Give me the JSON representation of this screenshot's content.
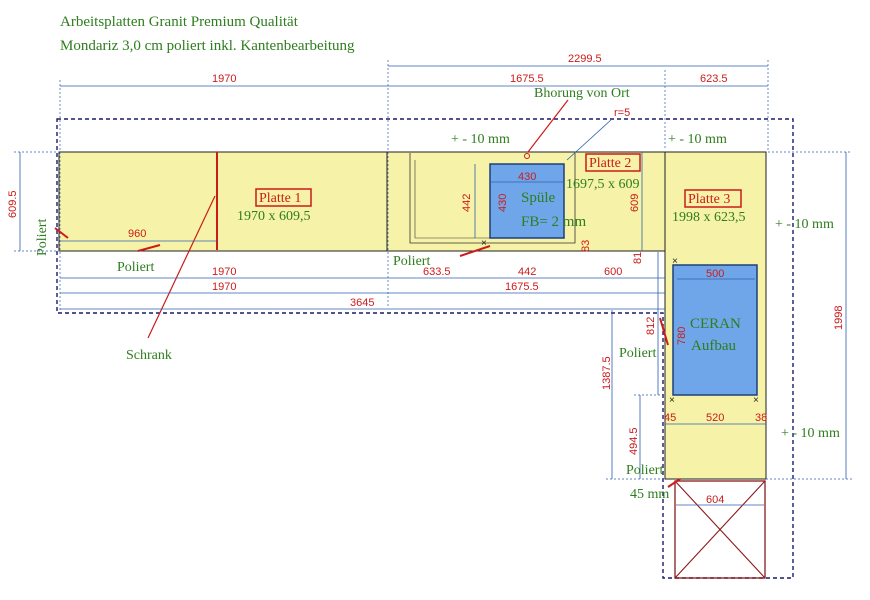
{
  "header": {
    "line1": "Arbeitsplatten Granit Premium Qualität",
    "line2": "Mondariz 3,0 cm poliert inkl. Kantenbearbeitung"
  },
  "plates": [
    {
      "name": "Platte 1",
      "size": "1970 x 609,5"
    },
    {
      "name": "Platte 2",
      "size": "1697,5 x 609"
    },
    {
      "name": "Platte 3",
      "size": "1998 x 623,5"
    }
  ],
  "labels": {
    "bohrung": "Bhorung von Ort",
    "radius": "r=5",
    "tol1": "+ - 10 mm",
    "tol2": "+ - 10 mm",
    "tol3": "+ - 10 mm",
    "tol4": "+ - 10 mm",
    "spuele": "Spüle",
    "fb": "FB= 2 mm",
    "ceran": "CERAN",
    "aufbau": "Aufbau",
    "schrank": "Schrank",
    "poliert_left": "Poliert",
    "poliert1": "Poliert",
    "poliert2": "Poliert",
    "poliert3": "Poliert",
    "poliert4": "Poliert",
    "mm45": "45 mm"
  },
  "dims": {
    "d2299": "2299.5",
    "d1970_top": "1970",
    "d1675_top": "1675.5",
    "d623": "623.5",
    "d609_5": "609.5",
    "d960": "960",
    "d430a": "430",
    "d430b": "430",
    "d442v": "442",
    "d609v": "609",
    "d83": "83",
    "d81": "81",
    "d1970_b1": "1970",
    "d1970_b2": "1970",
    "d633": "633.5",
    "d442h": "442",
    "d600": "600",
    "d1675_b": "1675.5",
    "d3645": "3645",
    "d500": "500",
    "d780": "780",
    "d812": "812",
    "d1387": "1387.5",
    "d494": "494.5",
    "d45": "45",
    "d520": "520",
    "d38": "38",
    "d1998": "1998",
    "d604": "604"
  }
}
